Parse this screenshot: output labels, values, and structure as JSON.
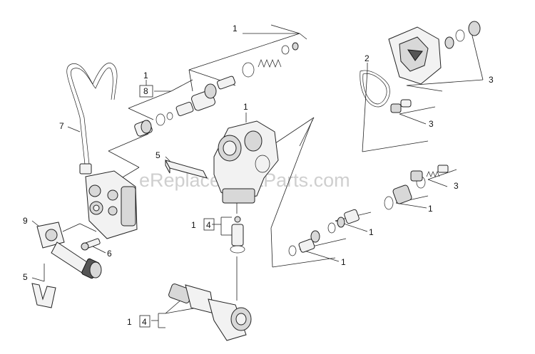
{
  "diagram": {
    "watermark": "eReplacementParts.com",
    "labels": {
      "p1_top": "1",
      "p1_left": "1",
      "p8_left": "8",
      "p2": "2",
      "p3_top": "3",
      "p3_mid": "3",
      "p3_right": "3",
      "p1_housing": "1",
      "p7": "7",
      "p5_mid": "5",
      "p1_right_a": "1",
      "p1_right_b": "1",
      "p1_right_c": "1",
      "p9": "9",
      "p6": "6",
      "p5_bottom": "5",
      "p1_center": "1",
      "p4_center": "4",
      "p1_bottom": "1",
      "p4_bottom": "4"
    }
  }
}
